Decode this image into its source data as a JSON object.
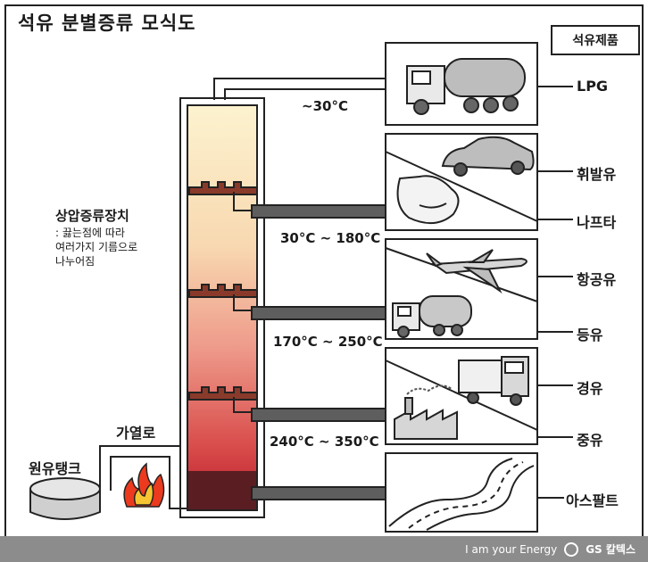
{
  "title": "석유 분별증류 모식도",
  "legend": "석유제품",
  "temperatures": [
    "~30°C",
    "30°C ~ 180°C",
    "170°C ~ 250°C",
    "240°C ~ 350°C"
  ],
  "products": [
    "LPG",
    "휘발유",
    "나프타",
    "항공유",
    "등유",
    "경유",
    "중유",
    "아스팔트"
  ],
  "labels": {
    "crude_tank": "원유탱크",
    "heater": "가열로",
    "distillation_tower": "상압증류장치",
    "tower_note": [
      ": 끓는점에 따라",
      "여러가지 기름으로",
      "나누어짐"
    ]
  },
  "icons": [
    "tanker-truck-icon",
    "car-icon",
    "plastic-bag-icon",
    "airplane-icon",
    "oil-truck-icon",
    "cargo-truck-icon",
    "factory-icon",
    "road-icon",
    "fire-icon",
    "crude-tank-icon"
  ],
  "footer": {
    "slogan": "I am your Energy",
    "brand": "GS 칼텍스"
  },
  "colors": {
    "tower_top": "#fbf1c7",
    "tower_bottom": "#c81e2e",
    "pipe": "#5a5a5a",
    "flame": "#e8361c"
  }
}
